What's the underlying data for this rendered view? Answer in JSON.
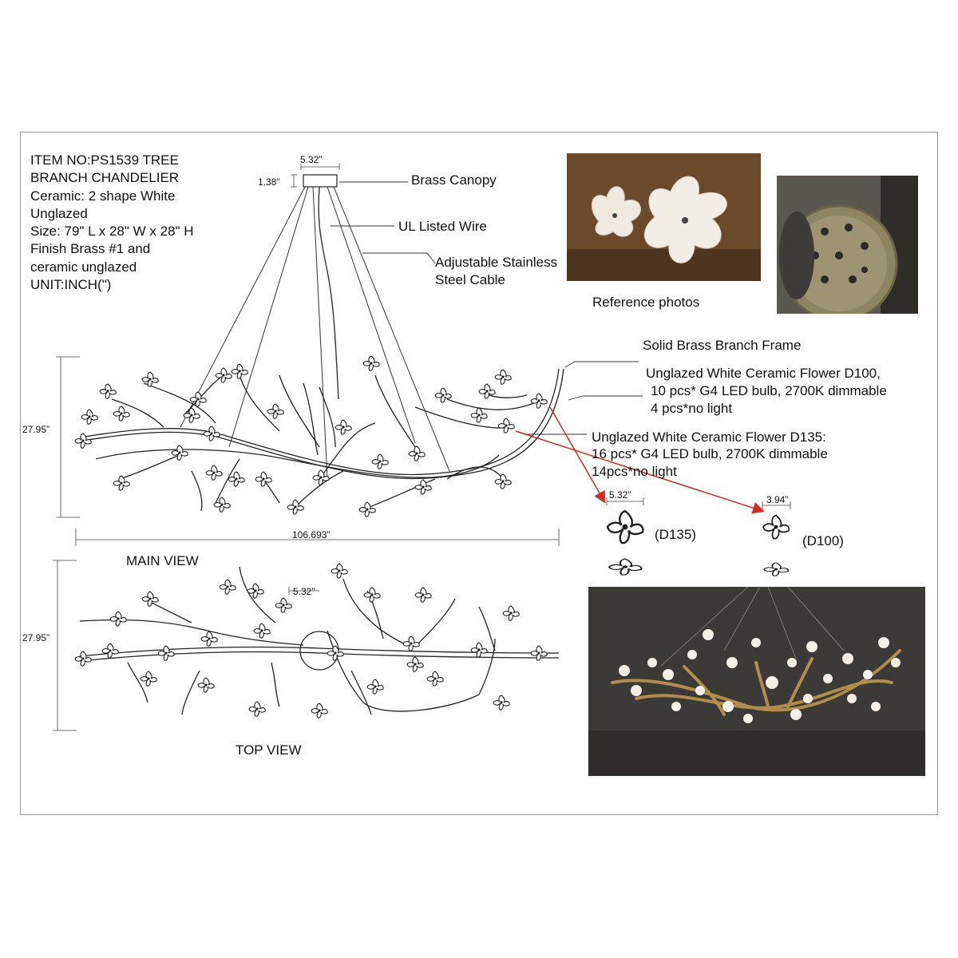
{
  "spec": {
    "lines": [
      "ITEM NO:PS1539 TREE",
      "BRANCH CHANDELIER",
      "Ceramic: 2 shape White",
      "Unglazed",
      "Size: 79\" L x 28\" W x 28\" H",
      "Finish Brass #1 and",
      "ceramic unglazed",
      "UNIT:INCH(\")"
    ]
  },
  "callouts": {
    "brass_canopy": "Brass Canopy",
    "ul_wire": "UL Listed Wire",
    "cable_1": "Adjustable Stainless",
    "cable_2": "Steel Cable",
    "reference": "Reference photos",
    "branch_frame": "Solid Brass Branch Frame",
    "d100_1": "Unglazed White Ceramic Flower D100,",
    "d100_2": "10 pcs* G4 LED bulb, 2700K dimmable",
    "d100_3": "4 pcs*no light",
    "d135_1": "Unglazed White Ceramic Flower D135:",
    "d135_2": "16 pcs* G4 LED bulb, 2700K dimmable",
    "d135_3": "14pcs*no light"
  },
  "dimensions": {
    "canopy_width": "5.32”",
    "canopy_height": "1.38”",
    "main_height": "27.95”",
    "main_length": "106.693”",
    "top_height": "27.95”",
    "top_center": "5.32”",
    "d135_width": "5.32”",
    "d100_width": "3.94”"
  },
  "flower_tags": {
    "d135": "(D135)",
    "d100": "(D100)"
  },
  "views": {
    "main": "MAIN VIEW",
    "top": "TOP VIEW"
  },
  "colors": {
    "arrow": "#d42a20",
    "line": "#222222",
    "brass": "#b08d4a",
    "photo_bg": "#3b3a37"
  }
}
